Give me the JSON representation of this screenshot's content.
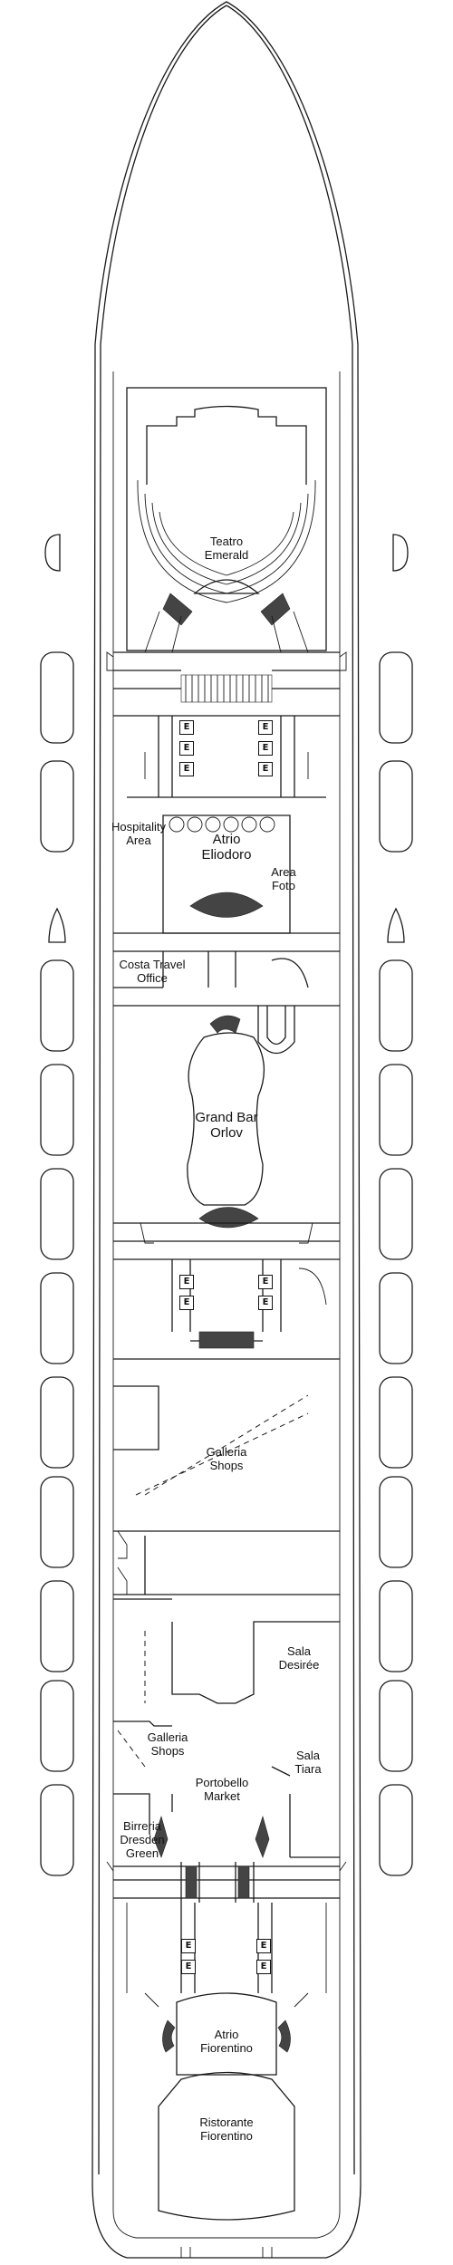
{
  "rooms": {
    "teatro": {
      "line1": "Teatro",
      "line2": "Emerald"
    },
    "hospitality": {
      "line1": "Hospitality",
      "line2": "Area"
    },
    "atrio_eliodoro": {
      "line1": "Atrio",
      "line2": "Eliodoro"
    },
    "area_foto": {
      "line1": "Area",
      "line2": "Foto"
    },
    "travel": {
      "line1": "Costa Travel",
      "line2": "Office"
    },
    "grand_bar": {
      "line1": "Grand Bar",
      "line2": "Orlov"
    },
    "galleria_1": {
      "line1": "Galleria",
      "line2": "Shops"
    },
    "sala_desiree": {
      "line1": "Sala",
      "line2": "Desirée"
    },
    "galleria_2": {
      "line1": "Galleria",
      "line2": "Shops"
    },
    "sala_tiara": {
      "line1": "Sala",
      "line2": "Tiara"
    },
    "portobello": {
      "line1": "Portobello",
      "line2": "Market"
    },
    "birreria": {
      "line1": "Birreria",
      "line2": "Dresden",
      "line3": "Green"
    },
    "atrio_fiorentino": {
      "line1": "Atrio",
      "line2": "Fiorentino"
    },
    "ristorante": {
      "line1": "Ristorante",
      "line2": "Fiorentino"
    }
  },
  "elevator_letter": "E"
}
